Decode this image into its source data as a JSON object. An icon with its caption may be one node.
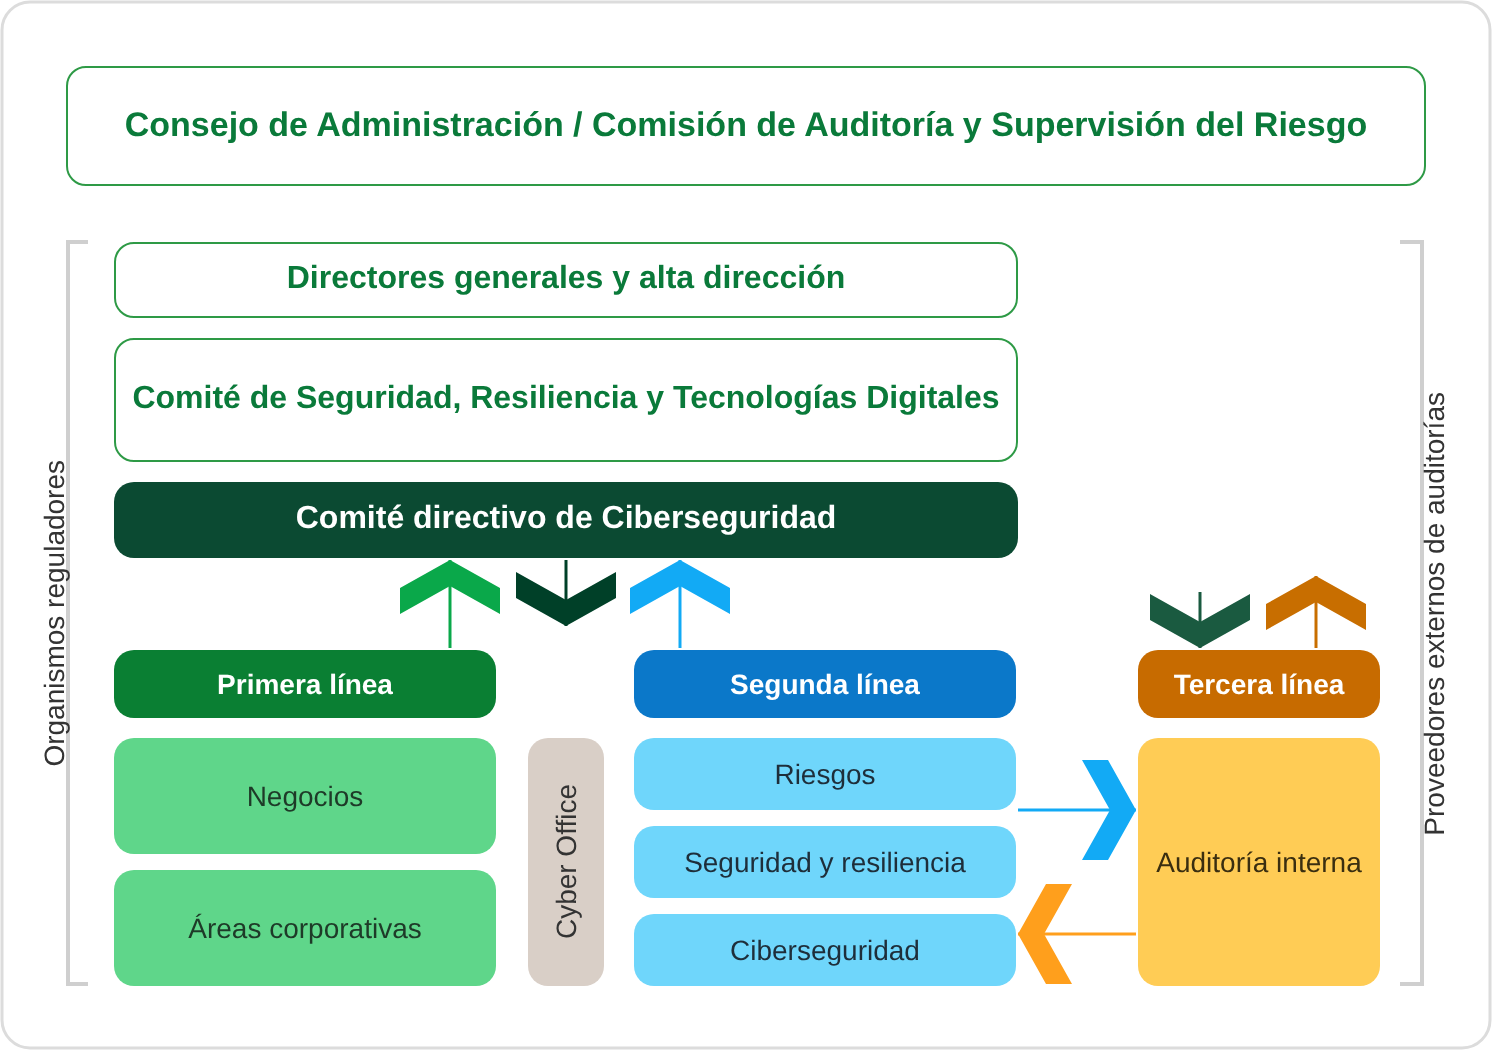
{
  "diagram": {
    "nodes": [
      {
        "text": [
          "Consejo de Administración / Comisión de Auditoría y Supervisión del Riesgo"
        ]
      },
      {
        "text": [
          "Directores generales y alta dirección"
        ]
      },
      {
        "text": [
          "Comité de Seguridad, Resiliencia y Tecnologías Digitales"
        ]
      },
      {
        "text": [
          "Comité directivo de Ciberseguridad"
        ]
      },
      {
        "text": [
          "Primera línea"
        ]
      },
      {
        "text": [
          "Negocios"
        ]
      },
      {
        "text": [
          "Áreas corporativas"
        ]
      },
      {
        "text": [
          "Cyber Office"
        ]
      },
      {
        "text": [
          "Segunda línea"
        ]
      },
      {
        "text": [
          "Riesgos"
        ]
      },
      {
        "text": [
          "Seguridad y resiliencia"
        ]
      },
      {
        "text": [
          "Ciberseguridad"
        ]
      },
      {
        "text": [
          "Tercera línea"
        ]
      },
      {
        "text": [
          "Auditoría interna"
        ]
      }
    ],
    "edges": [
      {
        "from": 4,
        "to": 3,
        "arrow": "to",
        "color": "#0aa84a"
      },
      {
        "from": 3,
        "to": null,
        "arrow": "to",
        "color": "#004028"
      },
      {
        "from": 8,
        "to": 3,
        "arrow": "to",
        "color": "#12aaf5"
      },
      {
        "from": null,
        "to": 12,
        "arrow": "to",
        "color": "#1a5a40"
      },
      {
        "from": 12,
        "to": null,
        "arrow": "to",
        "color": "#c86e00"
      },
      {
        "from": 9,
        "to": 13,
        "arrow": "to",
        "color": "#12aaf5"
      },
      {
        "from": 13,
        "to": 11,
        "arrow": "to",
        "color": "#ff9f1c"
      }
    ],
    "labels": [
      "Organismos reguladores",
      "Proveedores externos de auditorías"
    ]
  }
}
